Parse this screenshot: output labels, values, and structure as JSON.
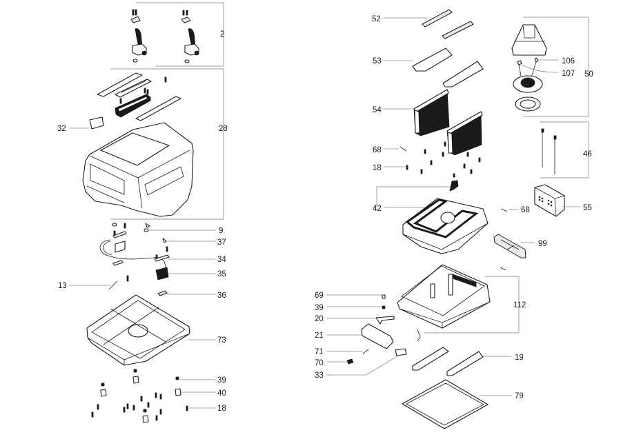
{
  "diagram": {
    "type": "exploded-parts-view",
    "line_color": "#1a1a1a",
    "leader_color": "#8a8a8a",
    "callouts": [
      {
        "id": "c2",
        "number": "2",
        "part": "carry handles with screws and washers"
      },
      {
        "id": "c28",
        "number": "28",
        "part": "upper housing assembly"
      },
      {
        "id": "c32",
        "number": "32",
        "part": "label plate"
      },
      {
        "id": "c9",
        "number": "9",
        "part": "washer"
      },
      {
        "id": "c37",
        "number": "37",
        "part": "cable clamp"
      },
      {
        "id": "c34",
        "number": "34",
        "part": "cable strip"
      },
      {
        "id": "c35",
        "number": "35",
        "part": "switch"
      },
      {
        "id": "c13",
        "number": "13",
        "part": "pin"
      },
      {
        "id": "c36",
        "number": "36",
        "part": "clip"
      },
      {
        "id": "c73",
        "number": "73",
        "part": "base plate"
      },
      {
        "id": "c39a",
        "number": "39",
        "part": "nut"
      },
      {
        "id": "c40",
        "number": "40",
        "part": "foot"
      },
      {
        "id": "c18a",
        "number": "18",
        "part": "screw"
      },
      {
        "id": "c52",
        "number": "52",
        "part": "foam strip"
      },
      {
        "id": "c53",
        "number": "53",
        "part": "seal ring"
      },
      {
        "id": "c54",
        "number": "54",
        "part": "filter cartridge"
      },
      {
        "id": "c68a",
        "number": "68",
        "part": "spring pin"
      },
      {
        "id": "c18b",
        "number": "18",
        "part": "screw"
      },
      {
        "id": "c42",
        "number": "42",
        "part": "filter head housing"
      },
      {
        "id": "c50",
        "number": "50",
        "part": "motor assembly"
      },
      {
        "id": "c106",
        "number": "106",
        "part": "carbon brush"
      },
      {
        "id": "c107",
        "number": "107",
        "part": "cable lead"
      },
      {
        "id": "c46",
        "number": "46",
        "part": "long screws"
      },
      {
        "id": "c55",
        "number": "55",
        "part": "electronics module"
      },
      {
        "id": "c68b",
        "number": "68",
        "part": "spring pin"
      },
      {
        "id": "c99",
        "number": "99",
        "part": "latch"
      },
      {
        "id": "c112",
        "number": "112",
        "part": "lower container housing"
      },
      {
        "id": "c69",
        "number": "69",
        "part": "cap"
      },
      {
        "id": "c39b",
        "number": "39",
        "part": "nut"
      },
      {
        "id": "c20",
        "number": "20",
        "part": "spring clip"
      },
      {
        "id": "c21",
        "number": "21",
        "part": "handle grip"
      },
      {
        "id": "c71",
        "number": "71",
        "part": "pin"
      },
      {
        "id": "c70",
        "number": "70",
        "part": "plug"
      },
      {
        "id": "c33",
        "number": "33",
        "part": "label"
      },
      {
        "id": "c19",
        "number": "19",
        "part": "seal"
      },
      {
        "id": "c79",
        "number": "79",
        "part": "frame gasket"
      }
    ]
  }
}
